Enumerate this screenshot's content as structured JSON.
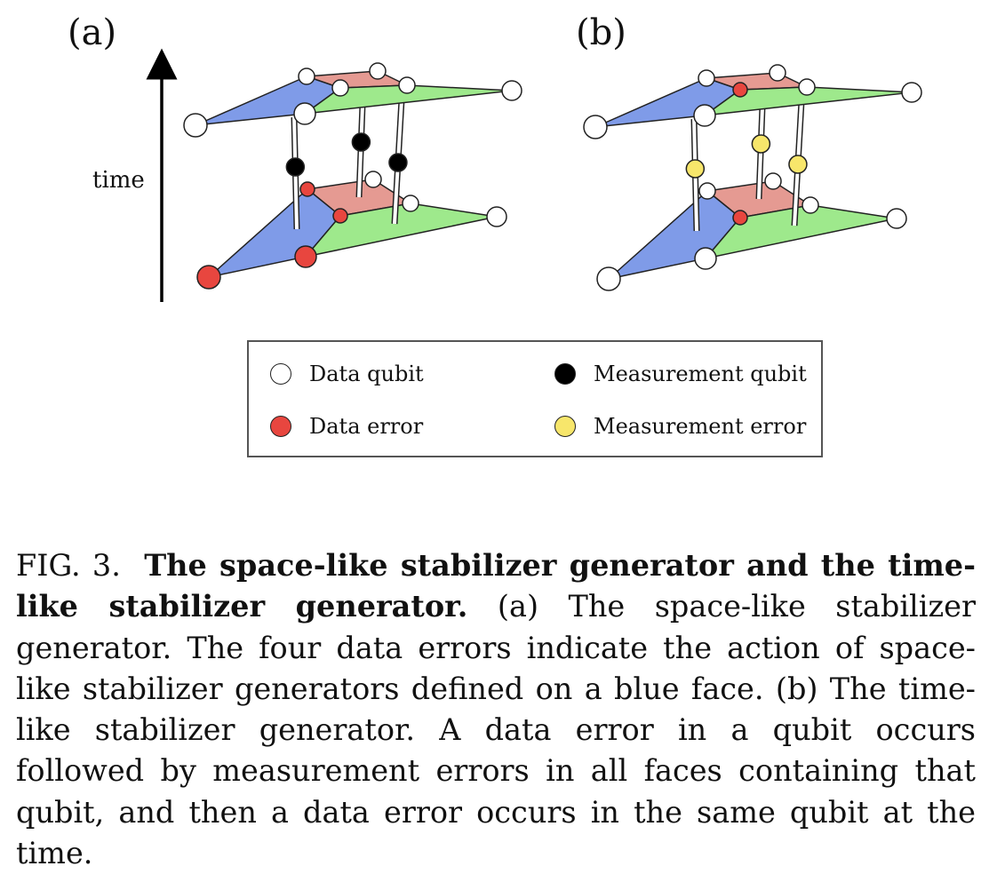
{
  "panels": [
    {
      "id": "a",
      "label": "(a)",
      "variant": "space-like"
    },
    {
      "id": "b",
      "label": "(b)",
      "variant": "time-like"
    }
  ],
  "axis": {
    "label": "time"
  },
  "colors": {
    "blue_face": "#7f9be8",
    "red_face": "#e59a92",
    "green_face": "#9ee98c",
    "data_qubit": "#ffffff",
    "data_error": "#e8463f",
    "measurement_qubit": "#000000",
    "measurement_error": "#f7e66b"
  },
  "legend": {
    "items": [
      {
        "key": "data_qubit",
        "label": "Data qubit",
        "color": "#ffffff"
      },
      {
        "key": "measurement_qubit",
        "label": "Measurement qubit",
        "color": "#000000"
      },
      {
        "key": "data_error",
        "label": "Data error",
        "color": "#e8463f"
      },
      {
        "key": "measurement_error",
        "label": "Measurement error",
        "color": "#f7e66b"
      }
    ]
  },
  "caption": {
    "prefix": "FIG. 3.",
    "title": "The space-like stabilizer generator and the time-like stabilizer generator.",
    "body": "(a) The space-like stabilizer generator. The four data errors indicate the action of space-like stabilizer generators defined on a blue face. (b) The time-like stabilizer generator. A data error in a qubit occurs followed by measurement errors in all faces containing that qubit, and then a data error occurs in the same qubit at the time."
  }
}
